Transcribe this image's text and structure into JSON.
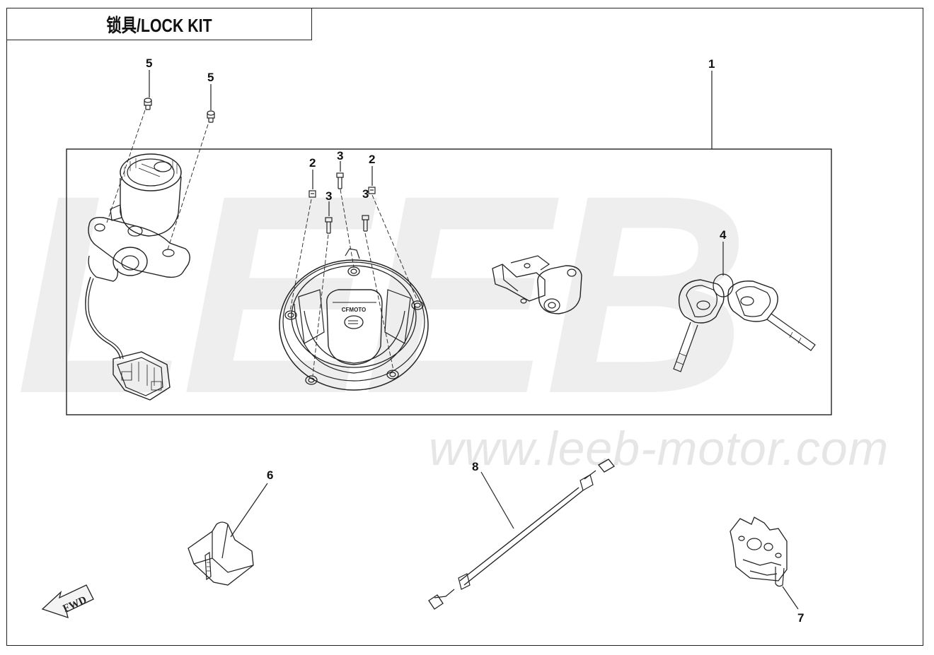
{
  "diagram": {
    "title": "锁具/LOCK KIT",
    "watermark_brand": "LEEB",
    "watermark_url": "www.leeb-motor.com",
    "direction_label": "FWD",
    "callouts": {
      "c1": "1",
      "c2a": "2",
      "c2b": "2",
      "c3a": "3",
      "c3b": "3",
      "c3c": "3",
      "c4": "4",
      "c5a": "5",
      "c5b": "5",
      "c6": "6",
      "c7": "7",
      "c8": "8"
    },
    "cap_logo_text": "CFMOTO"
  },
  "colors": {
    "line": "#222222",
    "watermark": "#ececec"
  }
}
